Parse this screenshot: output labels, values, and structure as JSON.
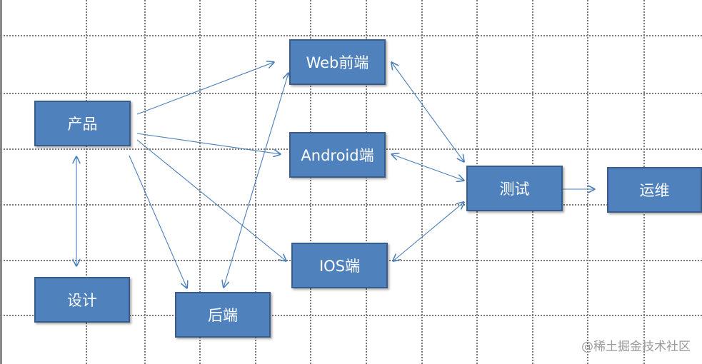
{
  "diagram": {
    "nodes": [
      {
        "id": "product",
        "label": "产品"
      },
      {
        "id": "design",
        "label": "设计"
      },
      {
        "id": "web",
        "label": "Web前端"
      },
      {
        "id": "android",
        "label": "Android端"
      },
      {
        "id": "ios",
        "label": "IOS端"
      },
      {
        "id": "backend",
        "label": "后端"
      },
      {
        "id": "test",
        "label": "测试"
      },
      {
        "id": "ops",
        "label": "运维"
      }
    ],
    "edges": [
      {
        "from": "product",
        "to": "web",
        "direction": "forward"
      },
      {
        "from": "product",
        "to": "android",
        "direction": "forward"
      },
      {
        "from": "product",
        "to": "ios",
        "direction": "forward"
      },
      {
        "from": "product",
        "to": "backend",
        "direction": "forward"
      },
      {
        "from": "product",
        "to": "design",
        "direction": "both"
      },
      {
        "from": "backend",
        "to": "web",
        "direction": "both"
      },
      {
        "from": "web",
        "to": "test",
        "direction": "both"
      },
      {
        "from": "android",
        "to": "test",
        "direction": "both"
      },
      {
        "from": "ios",
        "to": "test",
        "direction": "both"
      },
      {
        "from": "test",
        "to": "ops",
        "direction": "forward"
      }
    ],
    "colors": {
      "node_fill": "#4f81bd",
      "node_border": "#385d8a",
      "node_text": "#ffffff",
      "arrow": "#4a7ebb",
      "grid": "#7a7a7a"
    }
  },
  "watermark": "@稀土掘金技术社区"
}
